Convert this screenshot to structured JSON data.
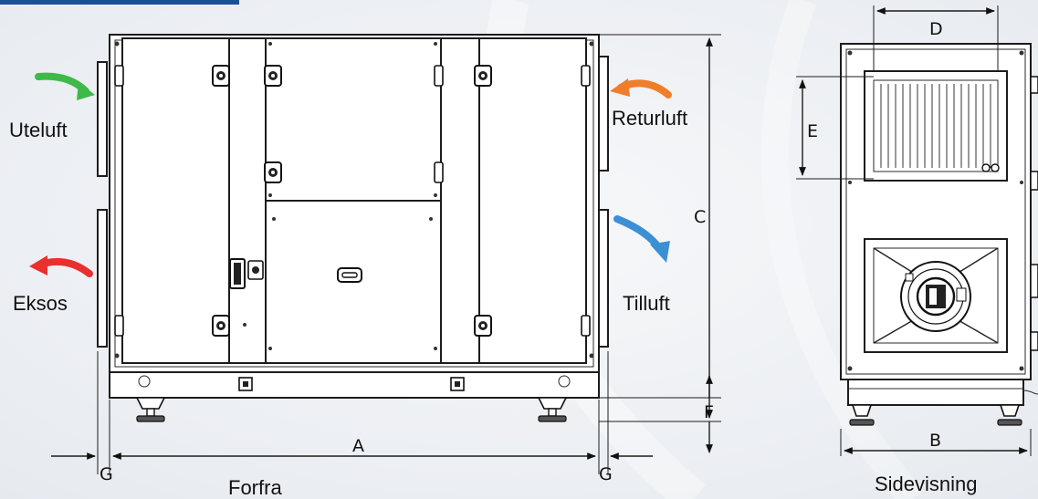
{
  "views": {
    "front": {
      "caption": "Forfra"
    },
    "side": {
      "caption": "Sidevisning"
    }
  },
  "airflows": {
    "outdoor_air": "Uteluft",
    "exhaust": "Eksos",
    "return_air": "Returluft",
    "supply_air": "Tilluft"
  },
  "dimensions": {
    "a": "A",
    "b": "B",
    "c": "C",
    "d": "D",
    "e": "E",
    "f": "F",
    "g_left": "G",
    "g_right": "G"
  },
  "colors": {
    "outdoor_arrow": "#3fb94a",
    "exhaust_arrow": "#e8302f",
    "return_arrow": "#f07d2a",
    "supply_arrow": "#3b8fd4",
    "header_bar": "#1b4f9c"
  }
}
